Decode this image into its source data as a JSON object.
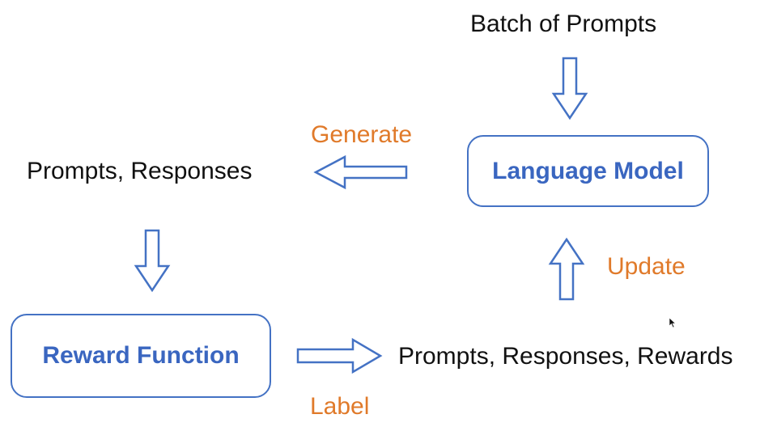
{
  "nodes": {
    "batch_of_prompts": "Batch of Prompts",
    "language_model": "Language Model",
    "prompts_responses": "Prompts, Responses",
    "reward_function": "Reward Function",
    "prompts_responses_rewards": "Prompts, Responses, Rewards"
  },
  "edges": {
    "generate": "Generate",
    "update": "Update",
    "label": "Label"
  },
  "colors": {
    "box_border": "#4472c4",
    "box_text": "#3a66c0",
    "edge_label": "#e07a2a",
    "text": "#111111"
  }
}
